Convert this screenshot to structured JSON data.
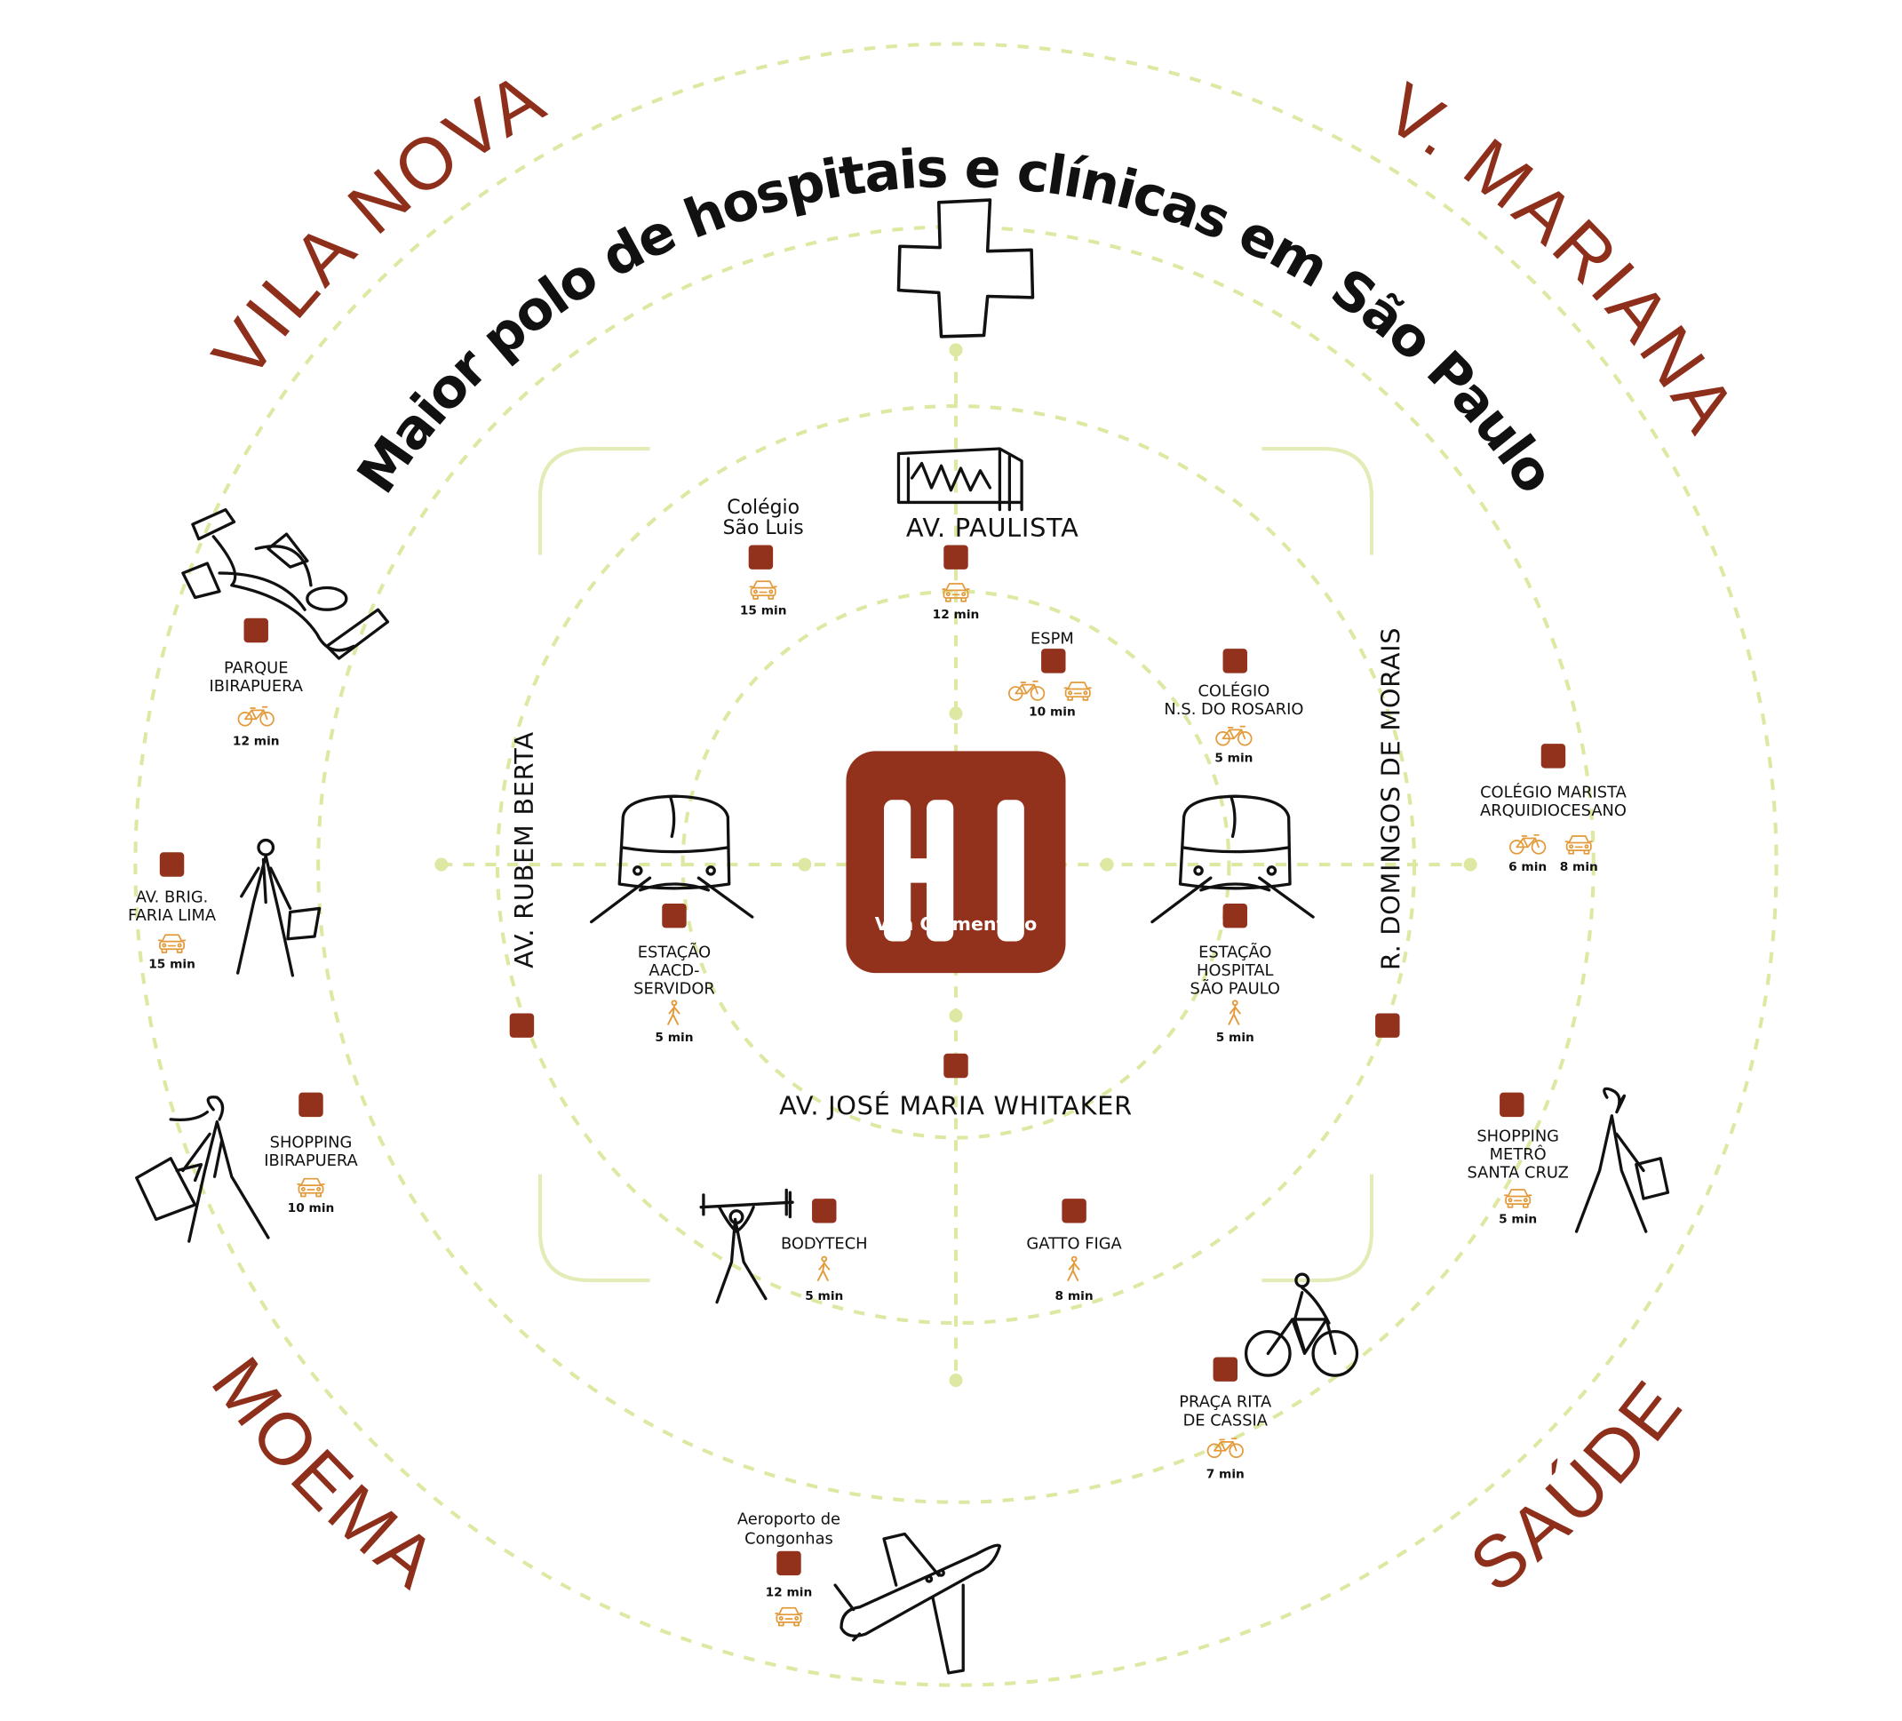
{
  "title": "Maior polo de hospitais e clínicas em São Paulo",
  "logo": {
    "letters": "HI",
    "name": "Vila Clementino"
  },
  "colors": {
    "brand": "#93321c",
    "rings": "#dfe8a3",
    "transport_icons": "#e39a3b"
  },
  "neighborhoods": {
    "nw": "VILA NOVA",
    "ne": "V. MARIANA",
    "sw": "MOEMA",
    "se": "SAÚDE"
  },
  "roads": {
    "north": "AV. PAULISTA",
    "south": "AV. JOSÉ MARIA WHITAKER",
    "west": "AV. RUBEM BERTA",
    "east": "R. DOMINGOS DE MORAIS"
  },
  "pois": [
    {
      "id": "sao_luis",
      "lines": [
        "Colégio",
        "São Luis"
      ],
      "modes": [
        "car-icon"
      ],
      "times": [
        "15 min"
      ]
    },
    {
      "id": "paulista",
      "lines": [],
      "modes": [
        "car-icon"
      ],
      "times": [
        "12 min"
      ]
    },
    {
      "id": "espm",
      "lines": [
        "ESPM"
      ],
      "modes": [
        "bike-icon",
        "car-icon"
      ],
      "times": [
        "10 min"
      ]
    },
    {
      "id": "rosario",
      "lines": [
        "COLÉGIO",
        "N.S. DO ROSARIO"
      ],
      "modes": [
        "bike-icon"
      ],
      "times": [
        "5 min"
      ]
    },
    {
      "id": "ibirapuera_park",
      "lines": [
        "PARQUE",
        "IBIRAPUERA"
      ],
      "modes": [
        "bike-icon"
      ],
      "times": [
        "12 min"
      ]
    },
    {
      "id": "marista",
      "lines": [
        "COLÉGIO MARISTA",
        "ARQUIDIOCESANO"
      ],
      "modes": [
        "bike-icon",
        "car-icon"
      ],
      "times": [
        "6 min",
        "8 min"
      ]
    },
    {
      "id": "faria_lima",
      "lines": [
        "AV. BRIG.",
        "FARIA LIMA"
      ],
      "modes": [
        "car-icon"
      ],
      "times": [
        "15 min"
      ]
    },
    {
      "id": "aacd",
      "lines": [
        "ESTAÇÃO",
        "AACD-",
        "SERVIDOR"
      ],
      "modes": [
        "walk-icon"
      ],
      "times": [
        "5 min"
      ]
    },
    {
      "id": "hsp",
      "lines": [
        "ESTAÇÃO",
        "HOSPITAL",
        "SÃO PAULO"
      ],
      "modes": [
        "walk-icon"
      ],
      "times": [
        "5 min"
      ]
    },
    {
      "id": "rubem_berta",
      "lines": [],
      "modes": [],
      "times": []
    },
    {
      "id": "domingos",
      "lines": [],
      "modes": [],
      "times": []
    },
    {
      "id": "whitaker",
      "lines": [],
      "modes": [],
      "times": []
    },
    {
      "id": "shopping_ibira",
      "lines": [
        "SHOPPING",
        "IBIRAPUERA"
      ],
      "modes": [
        "car-icon"
      ],
      "times": [
        "10 min"
      ]
    },
    {
      "id": "santa_cruz",
      "lines": [
        "SHOPPING",
        "METRÔ",
        "SANTA CRUZ"
      ],
      "modes": [
        "car-icon"
      ],
      "times": [
        "5 min"
      ]
    },
    {
      "id": "bodytech",
      "lines": [
        "BODYTECH"
      ],
      "modes": [
        "walk-icon"
      ],
      "times": [
        "5 min"
      ]
    },
    {
      "id": "gatto_figa",
      "lines": [
        "GATTO FIGA"
      ],
      "modes": [
        "walk-icon"
      ],
      "times": [
        "8 min"
      ]
    },
    {
      "id": "rita_cassia",
      "lines": [
        "PRAÇA RITA",
        "DE CASSIA"
      ],
      "modes": [
        "bike-icon"
      ],
      "times": [
        "7 min"
      ]
    },
    {
      "id": "congonhas",
      "lines": [
        "Aeroporto de",
        "Congonhas"
      ],
      "modes": [
        "car-icon"
      ],
      "times": [
        "12 min"
      ]
    }
  ]
}
